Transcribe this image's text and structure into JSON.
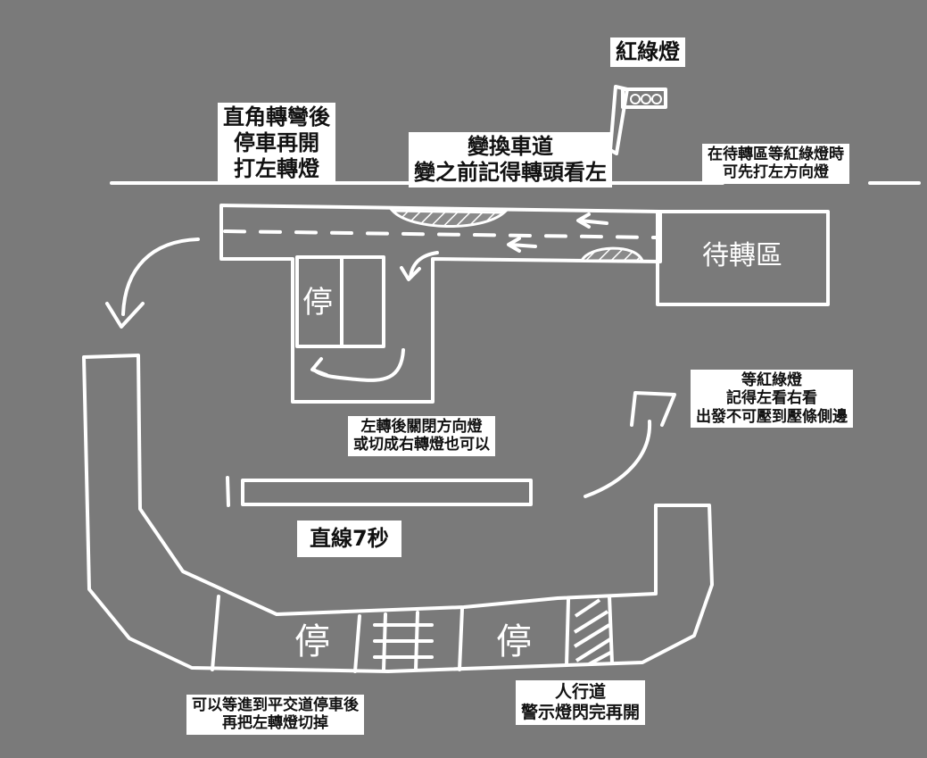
{
  "labels": {
    "traffic_light": "紅綠燈",
    "turn_right_angle": [
      "直角轉彎後",
      "停車再開",
      "打左轉燈"
    ],
    "change_lane": [
      "變換車道",
      "變之前記得轉頭看左"
    ],
    "waiting_zone_note": [
      "在待轉區等紅綠燈時",
      "可先打左方向燈"
    ],
    "waiting_zone": "待轉區",
    "stop_box": "停",
    "left_turn_off": [
      "左轉後關閉方向燈",
      "或切成右轉燈也可以"
    ],
    "wait_light_look": [
      "等紅綠燈",
      "記得左看右看",
      "出發不可壓到壓條側邊"
    ],
    "straight_line": "直線7秒",
    "stop_left": "停",
    "stop_right": "停",
    "rail_crossing_note": [
      "可以等進到平交道停車後",
      "再把左轉燈切掉"
    ],
    "crosswalk_note": [
      "人行道",
      "警示燈閃完再開"
    ]
  },
  "colors": {
    "background": "#7a7a7a",
    "line": "#ffffff",
    "label_bg": "#ffffff",
    "label_text": "#111111"
  }
}
